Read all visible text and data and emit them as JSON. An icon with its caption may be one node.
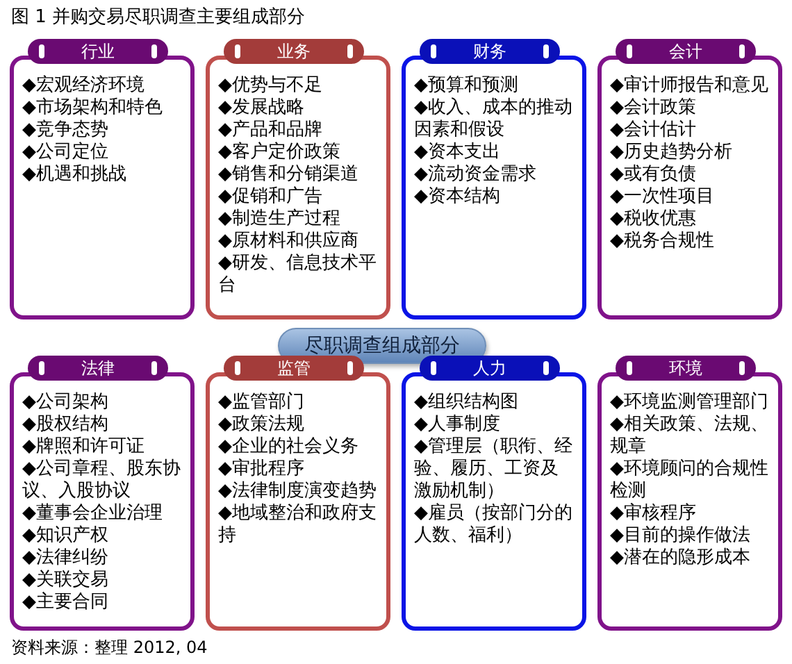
{
  "diagram": {
    "title": "图 1 并购交易尽职调查主要组成部分",
    "caption": "资料来源：整理 2012, 04",
    "nodes": [
      {
        "text": [
          "行业"
        ]
      },
      {
        "text": [
          "◆宏观经济环境",
          "◆市场架构和特色",
          "◆竞争态势",
          "◆公司定位",
          "◆机遇和挑战"
        ]
      },
      {
        "text": [
          "业务"
        ]
      },
      {
        "text": [
          "◆优势与不足",
          "◆发展战略",
          "◆产品和品牌",
          "◆客户定价政策",
          "◆销售和分销渠道",
          "◆促销和广告",
          "◆制造生产过程",
          "◆原材料和供应商",
          "◆研发、信息技术平台"
        ]
      },
      {
        "text": [
          "财务"
        ]
      },
      {
        "text": [
          "◆预算和预测",
          "◆收入、成本的推动因素和假设",
          "◆资本支出",
          "◆流动资金需求",
          "◆资本结构"
        ]
      },
      {
        "text": [
          "会计"
        ]
      },
      {
        "text": [
          "◆审计师报告和意见",
          "◆会计政策",
          "◆会计估计",
          "◆历史趋势分析",
          "◆或有负债",
          "◆一次性项目",
          "◆税收优惠",
          "◆税务合规性"
        ]
      },
      {
        "text": [
          "尽职调查组成部分"
        ]
      },
      {
        "text": [
          "法律"
        ]
      },
      {
        "text": [
          "◆公司架构",
          "◆股权结构",
          "◆牌照和许可证",
          "◆公司章程、股东协议、入股协议",
          "◆董事会企业治理",
          "◆知识产权",
          "◆法律纠纷",
          "◆关联交易",
          "◆主要合同"
        ]
      },
      {
        "text": [
          "监管"
        ]
      },
      {
        "text": [
          "◆监管部门",
          "◆政策法规",
          "◆企业的社会义务",
          "◆审批程序",
          "◆法律制度演变趋势",
          "◆地域整治和政府支持"
        ]
      },
      {
        "text": [
          "人力"
        ]
      },
      {
        "text": [
          "◆组织结构图",
          "◆人事制度",
          "◆管理层（职衔、经验、履历、工资及激励机制）",
          "◆雇员（按部门分的人数、福利）"
        ]
      },
      {
        "text": [
          "环境"
        ]
      },
      {
        "text": [
          "◆环境监测管理部门",
          "◆相关政策、法规、规章",
          "◆环境顾问的合规性检测",
          "◆审核程序",
          "◆目前的操作做法",
          "◆潜在的隐形成本"
        ]
      }
    ]
  }
}
